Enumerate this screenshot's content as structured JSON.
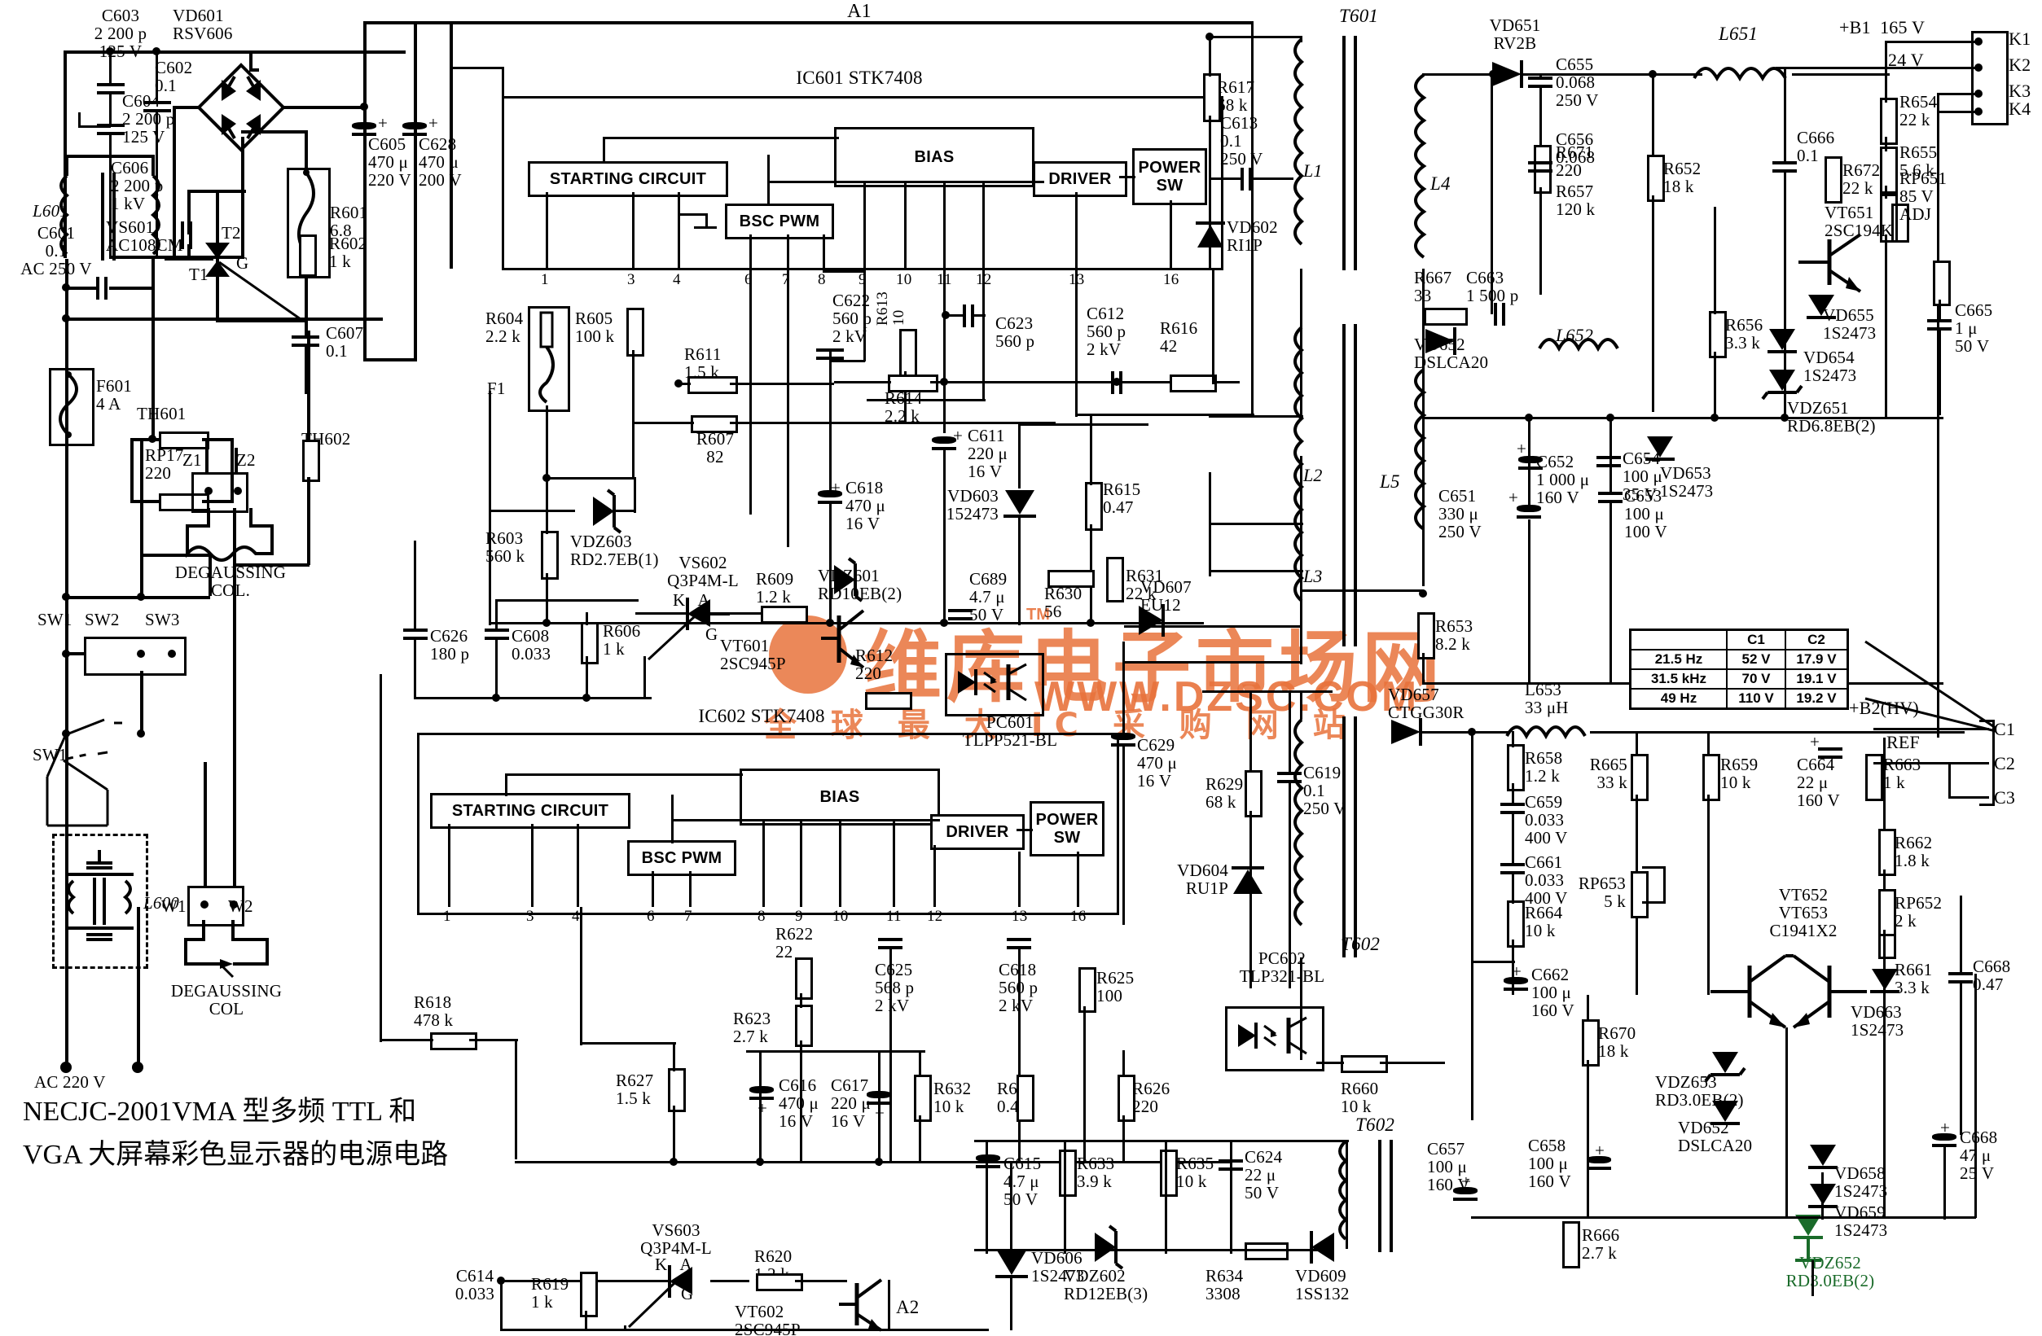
{
  "caption": {
    "line1": "NECJC-2001VMA 型多频 TTL 和",
    "line2": "VGA 大屏幕彩色显示器的电源电路"
  },
  "watermark": {
    "main": "维库电子市场网",
    "url": "WWW.DZSC.COM",
    "sub": "全 球 最 大  IC  采 购 网 站",
    "tm": "TM"
  },
  "nodes": {
    "a1": "A1",
    "a2": "A2",
    "l1": "L1",
    "l2": "L2",
    "l3": "L3",
    "l4": "L4",
    "l5": "L5",
    "t601": "T601",
    "t602": "T602",
    "t602b": "T602",
    "b1": "+B1  165 V",
    "v24": "24 V",
    "b2": "+B2(HV)",
    "ref": "REF",
    "k1": "K1",
    "k2": "K2",
    "k3": "K3",
    "k4": "K4",
    "c1": "C1",
    "c2": "C2",
    "c3": "C3",
    "ac250": "C601\n0.1\nAC 250 V",
    "ac220": "AC 220 V",
    "t1": "T1",
    "t2": "T2",
    "g": "G",
    "z1": "Z1",
    "z2": "Z2",
    "w1": "W1",
    "w2": "W2",
    "sw1": "SW1",
    "sw2": "SW2",
    "sw3": "SW3",
    "sw1b": "SW1",
    "deg1": "DEGAUSSING\nCOL.",
    "deg2": "DEGAUSSING\nCOL",
    "f1": "F1"
  },
  "ic601": {
    "title": "IC601 STK7408",
    "blocks": {
      "starting": "STARTING CIRCUIT",
      "bias": "BIAS",
      "bsc": "BSC PWM",
      "driver": "DRIVER",
      "powersw": "POWER\nSW"
    },
    "pins": [
      "1",
      "3",
      "4",
      "6",
      "7",
      "8",
      "9",
      "10",
      "11",
      "12",
      "13",
      "16"
    ]
  },
  "ic602": {
    "title": "IC602 STK7408",
    "blocks": {
      "starting": "STARTING CIRCUIT",
      "bias": "BIAS",
      "bsc": "BSC PWM",
      "driver": "DRIVER",
      "powersw": "POWER\nSW"
    },
    "pins": [
      "1",
      "3",
      "4",
      "6",
      "7",
      "8",
      "9",
      "10",
      "11",
      "12",
      "13",
      "16"
    ]
  },
  "freq_table": {
    "headers": [
      "",
      "C1",
      "C2"
    ],
    "rows": [
      [
        "21.5 Hz",
        "52 V",
        "17.9 V"
      ],
      [
        "31.5 kHz",
        "70 V",
        "19.1 V"
      ],
      [
        "49 Hz",
        "110 V",
        "19.2 V"
      ]
    ]
  },
  "components": {
    "L601": "L601",
    "L600": "L600",
    "C601": "C601\n0.1\nAC 250 V",
    "C602": "C602\n0.1",
    "C603": "C603\n2 200 p\n125 V",
    "C604": "C604\n2 200 p\n125 V",
    "C605": "C605\n470 μ\n220 V",
    "C606": "C606\n2 200 p\n1 kV",
    "C607": "C607\n0.1",
    "C608": "C608\n0.033",
    "C611": "C611\n220 μ\n16 V",
    "C612": "C612\n560 p\n2 kV",
    "C613": "C613\n0.1\n250 V",
    "C614": "C614\n0.033",
    "C615": "C615\n4.7 μ\n50 V",
    "C616": "C616\n470 μ\n16 V",
    "C617": "C617\n220 μ\n16 V",
    "C618a": "C618\n470 μ\n16 V",
    "C618b": "C618\n560 p\n2 kV",
    "C619": "C619\n0.1\n250 V",
    "C622": "C622\n560 p\n2 kV",
    "C623": "C623\n560 p",
    "C624": "C624\n22 μ\n50 V",
    "C625": "C625\n568 p\n2 kV",
    "C626": "C626\n180 p",
    "C628": "C628\n470 μ\n200 V",
    "C629": "C629\n470 μ\n16 V",
    "C651": "C651\n330 μ\n250 V",
    "C652": "C652\n1 000 μ\n160 V",
    "C653": "C653\n100 μ\n100 V",
    "C654": "C654\n100 μ\n35 V",
    "C655": "C655\n0.068\n250 V",
    "C656": "C656\n0.068",
    "C657": "C657\n100 μ\n160 V",
    "C658": "C658\n100 μ\n160 V",
    "C659": "C659\n0.033\n400 V",
    "C661": "C661\n0.033\n400 V",
    "C662": "C662\n100 μ\n160 V",
    "C663": "C663\n1 500 p",
    "C664": "C664\n22 μ\n160 V",
    "C665": "C665\n1 μ\n50 V",
    "C666": "C666\n0.1",
    "C668a": "C668\n0.47",
    "C668b": "C668\n47 μ\n25 V",
    "C689": "C689\n4.7 μ\n50 V",
    "R601": "R601\n6.8",
    "R602": "R602\n1 k",
    "R603": "R603\n560 k",
    "R604": "R604\n2.2 k",
    "R605": "R605\n100 k",
    "R606": "R606\n1 k",
    "R607": "R607\n82",
    "R609": "R609\n1.2 k",
    "R611": "R611\n1.5 k",
    "R612": "R612\n220",
    "R613": "R613\n10",
    "R614": "R614\n2.2 k",
    "R615": "R615\n0.47",
    "R616": "R616\n42",
    "R617": "R617\n68 k",
    "R618": "R618\n478 k",
    "R619": "R619\n1 k",
    "R620": "R620\n1.2 k",
    "R622": "R622\n22",
    "R623": "R623\n2.7 k",
    "R624": "R624\n0.47",
    "R625": "R625\n100",
    "R626": "R626\n220",
    "R627": "R627\n1.5 k",
    "R629": "R629\n68 k",
    "R630": "R630\n56",
    "R631": "R631\n22 k",
    "R632": "R632\n10 k",
    "R633": "R633\n3.9 k",
    "R634": "R634\n3308",
    "R635": "R635\n10 k",
    "R651": "RP651\n85 V\nADJ",
    "R652": "R652\n18 k",
    "R653": "R653\n8.2 k",
    "R654": "R654\n22 k",
    "R655": "R655\n5.6 k",
    "R656": "R656\n3.3 k",
    "R657": "R657\n120 k",
    "R658": "R658\n1.2 k",
    "R659": "R659\n10 k",
    "R660": "R660\n10 k",
    "R661": "R661\n3.3 k",
    "R662": "R662\n1.8 k",
    "R663": "R663\n1 k",
    "R664": "R664\n10 k",
    "R665": "R665\n33 k",
    "R666": "R666\n2.7 k",
    "R667": "R667\n33",
    "R670": "R670\n18 k",
    "R671": "R671\n220",
    "R672": "R672\n22 k",
    "RP17": "RP17\n220",
    "RP652": "RP652\n2 k",
    "RP653": "RP653\n5 k",
    "F601": "F601\n4 A",
    "TH601": "TH601",
    "TH602": "TH602",
    "L651": "L651",
    "L652": "L652",
    "L653": "L653\n33 μH",
    "VD601": "VD601\nRSV606",
    "VD602": "VD602\nRI1P",
    "VD603": "VD603\n152473",
    "VD604": "VD604\nRU1P",
    "VD606": "VD606\n1S2473",
    "VD607": "VD607\nEU12",
    "VD609": "VD609\n1SS132",
    "VD651": "VD651\nRV2B",
    "VD652": "VD652\nDSLCA20",
    "VD653": "VD653\n1S2473",
    "VD654": "VD654\n1S2473",
    "VD655": "VD655\n1S2473",
    "VD657": "VD657\nCTGG30R",
    "VD658": "VD658\n1S2473",
    "VD659": "VD659\n1S2473",
    "VD663": "VD663\n1S2473",
    "VDZ601": "VDZ601\nRD10EB(2)",
    "VDZ602": "VDZ602\nRD12EB(3)",
    "VDZ603": "VDZ603\nRD2.7EB(1)",
    "VDZ651": "VDZ651\nRD6.8EB(2)",
    "VDZ652": "VDZ652\nRD3.0EB(2)",
    "VDZ653": "VDZ653\nRD3.0EB(2)",
    "VS601": "VS601\nAC108CM",
    "VS602": "VS602\nQ3P4M-L",
    "VS603": "VS603\nQ3P4M-L",
    "VT601": "VT601\n2SC945P",
    "VT602": "VT602\n2SC945P",
    "VT651": "VT651\n2SC194K",
    "VT652": "VT652\nVT653\nC1941X2",
    "PC601": "PC601\nTLPP521-BL",
    "PC602": "PC602\nTLP321-BL",
    "KA1": "K   A",
    "KA2": "K   A",
    "G1": "G",
    "G2": "G"
  }
}
